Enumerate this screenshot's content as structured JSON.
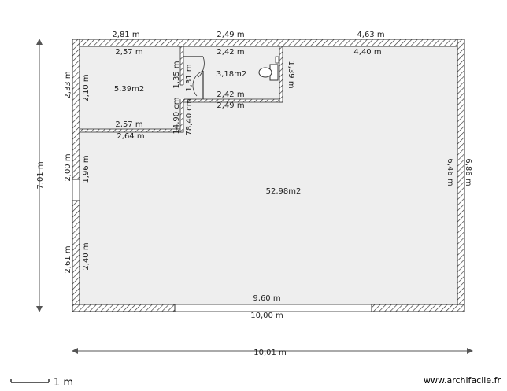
{
  "plan": {
    "rooms": {
      "main_area": "52,98m2",
      "room_top_left_area": "5,39m2",
      "room_bathroom_area": "3,18m2"
    },
    "dimensions": {
      "top_seg1": "2,81 m",
      "top_seg2": "2,49 m",
      "top_seg3": "4,63 m",
      "room1_top_inner": "2,57 m",
      "room2_top_inner": "2,42 m",
      "room3_top_inner": "4,40 m",
      "room1_bottom_inner": "2,57 m",
      "room1_bottom_outer": "2,64 m",
      "bath_bottom_inner": "2,42 m",
      "bath_bottom_outer": "2,49 m",
      "left_seg1_outer": "2,33 m",
      "left_seg1_inner": "2,10 m",
      "left_seg2_outer": "2,00 m",
      "left_seg2_inner": "1,96 m",
      "left_seg3_outer": "2,61 m",
      "left_seg3_inner": "2,40 m",
      "partition_135": "1,35 m",
      "partition_131": "1,31 m",
      "partition_139": "1,39 m",
      "door_1490": "14,90 cm",
      "door_7840": "78,40 cm",
      "right_outer": "6,86 m",
      "right_inner": "6,46 m",
      "bottom_inner": "9,60 m",
      "bottom_outer": "10,00 m",
      "overall_height": "7,01 m",
      "overall_width": "10,01 m"
    },
    "scale_label": "1 m",
    "watermark": "www.archifacile.fr"
  }
}
